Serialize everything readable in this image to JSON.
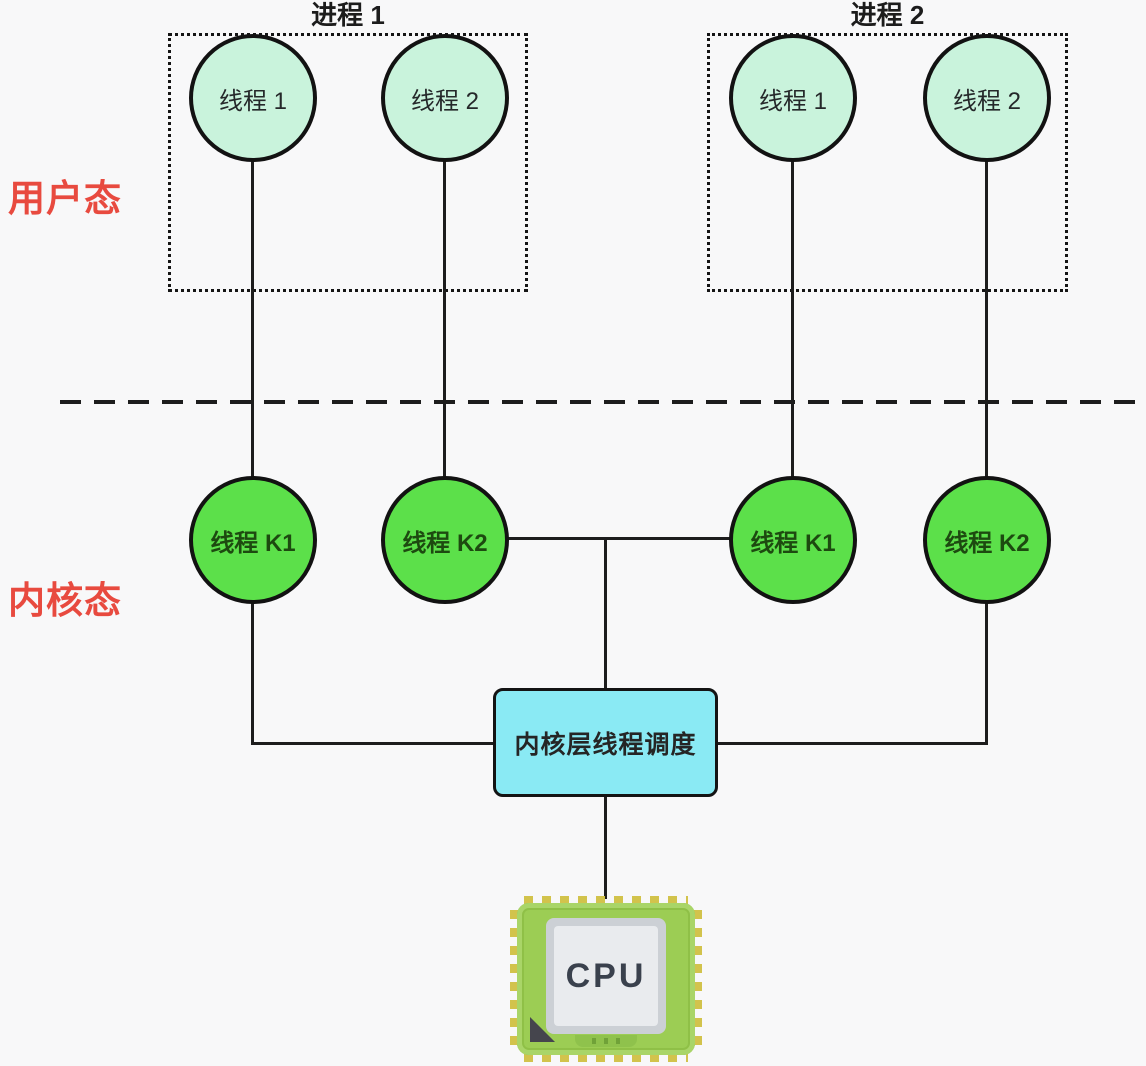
{
  "layers": [
    {
      "label": "用户态",
      "color": "#e84a3f"
    },
    {
      "label": "内核态",
      "color": "#e84a3f"
    }
  ],
  "processes": [
    {
      "title": "进程 1",
      "threads": [
        {
          "label": "线程 1"
        },
        {
          "label": "线程 2"
        }
      ]
    },
    {
      "title": "进程 2",
      "threads": [
        {
          "label": "线程 1"
        },
        {
          "label": "线程 2"
        }
      ]
    }
  ],
  "kernel_threads": [
    {
      "label": "线程 K1"
    },
    {
      "label": "线程 K2"
    },
    {
      "label": "线程 K1"
    },
    {
      "label": "线程 K2"
    }
  ],
  "scheduler": {
    "label": "内核层线程调度",
    "fill": "#8aeaf4"
  },
  "cpu": {
    "label": "CPU",
    "body_color": "#9ccd54"
  },
  "colors": {
    "background": "#f8f8f9",
    "user_thread_fill": "#c9f3dc",
    "kernel_thread_fill": "#5ce04a",
    "line": "#1d1d1d",
    "layer_label_red": "#e84a3f"
  }
}
